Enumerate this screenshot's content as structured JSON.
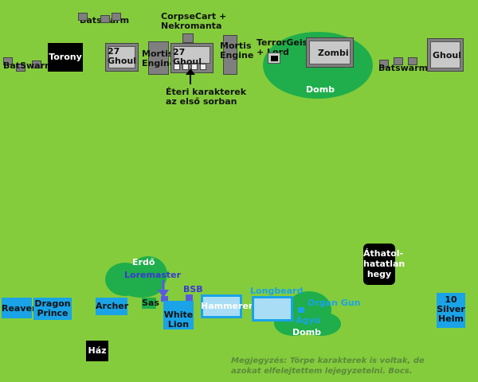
{
  "colors": {
    "background": "#84cc3c",
    "hill": "#1fae4b",
    "undead_unit": "#7f7f7f",
    "undead_unit_inner": "#c8c8c8",
    "elf_unit": "#1aa3e6",
    "building": "#000000",
    "arrow": "#5a5adf"
  },
  "undead": {
    "batswarm_top": "Batswarm",
    "batswarm_left": "BatSwarm",
    "batswarm_right": "Batswarm",
    "torony": "Torony",
    "ghoul_left": "27\nGhoul",
    "mortis_left": "Mortis\nEngine",
    "ghoul_center": "27 Ghoul",
    "corpsecart": "CorpseCart +\nNekromanta",
    "mortis_right": "Mortis\nEngine",
    "terrorgeist": "TerrorGeist\n+ Lord",
    "zombi": "Zombi",
    "domb_top": "Domb",
    "ghoul_right": "Ghoul",
    "eteri_note": "Éteri karakterek\naz első sorban"
  },
  "elves": {
    "reaver": "Reaver",
    "dragon_prince": "Dragon\nPrince",
    "archer": "Archer",
    "sas": "Sas",
    "erdo": "Erdő",
    "loremaster": "Loremaster",
    "bsb": "BSB",
    "white_lion": "White\nLion",
    "hammerer": "Hammerer",
    "longbeard": "Longbeard",
    "organ_gun": "Organ Gun",
    "agyu": "Ágyú",
    "domb_bottom": "Domb",
    "athatolhatatlan": "Áthatol-\nhatatlan\nhegy",
    "silver_helm": "10\nSilver\nHelm",
    "haz": "Ház"
  },
  "note": "Megjegyzés: Törpe karakterek is voltak, de\nazokat elfelejtettem lejegyzetelni. Bocs."
}
